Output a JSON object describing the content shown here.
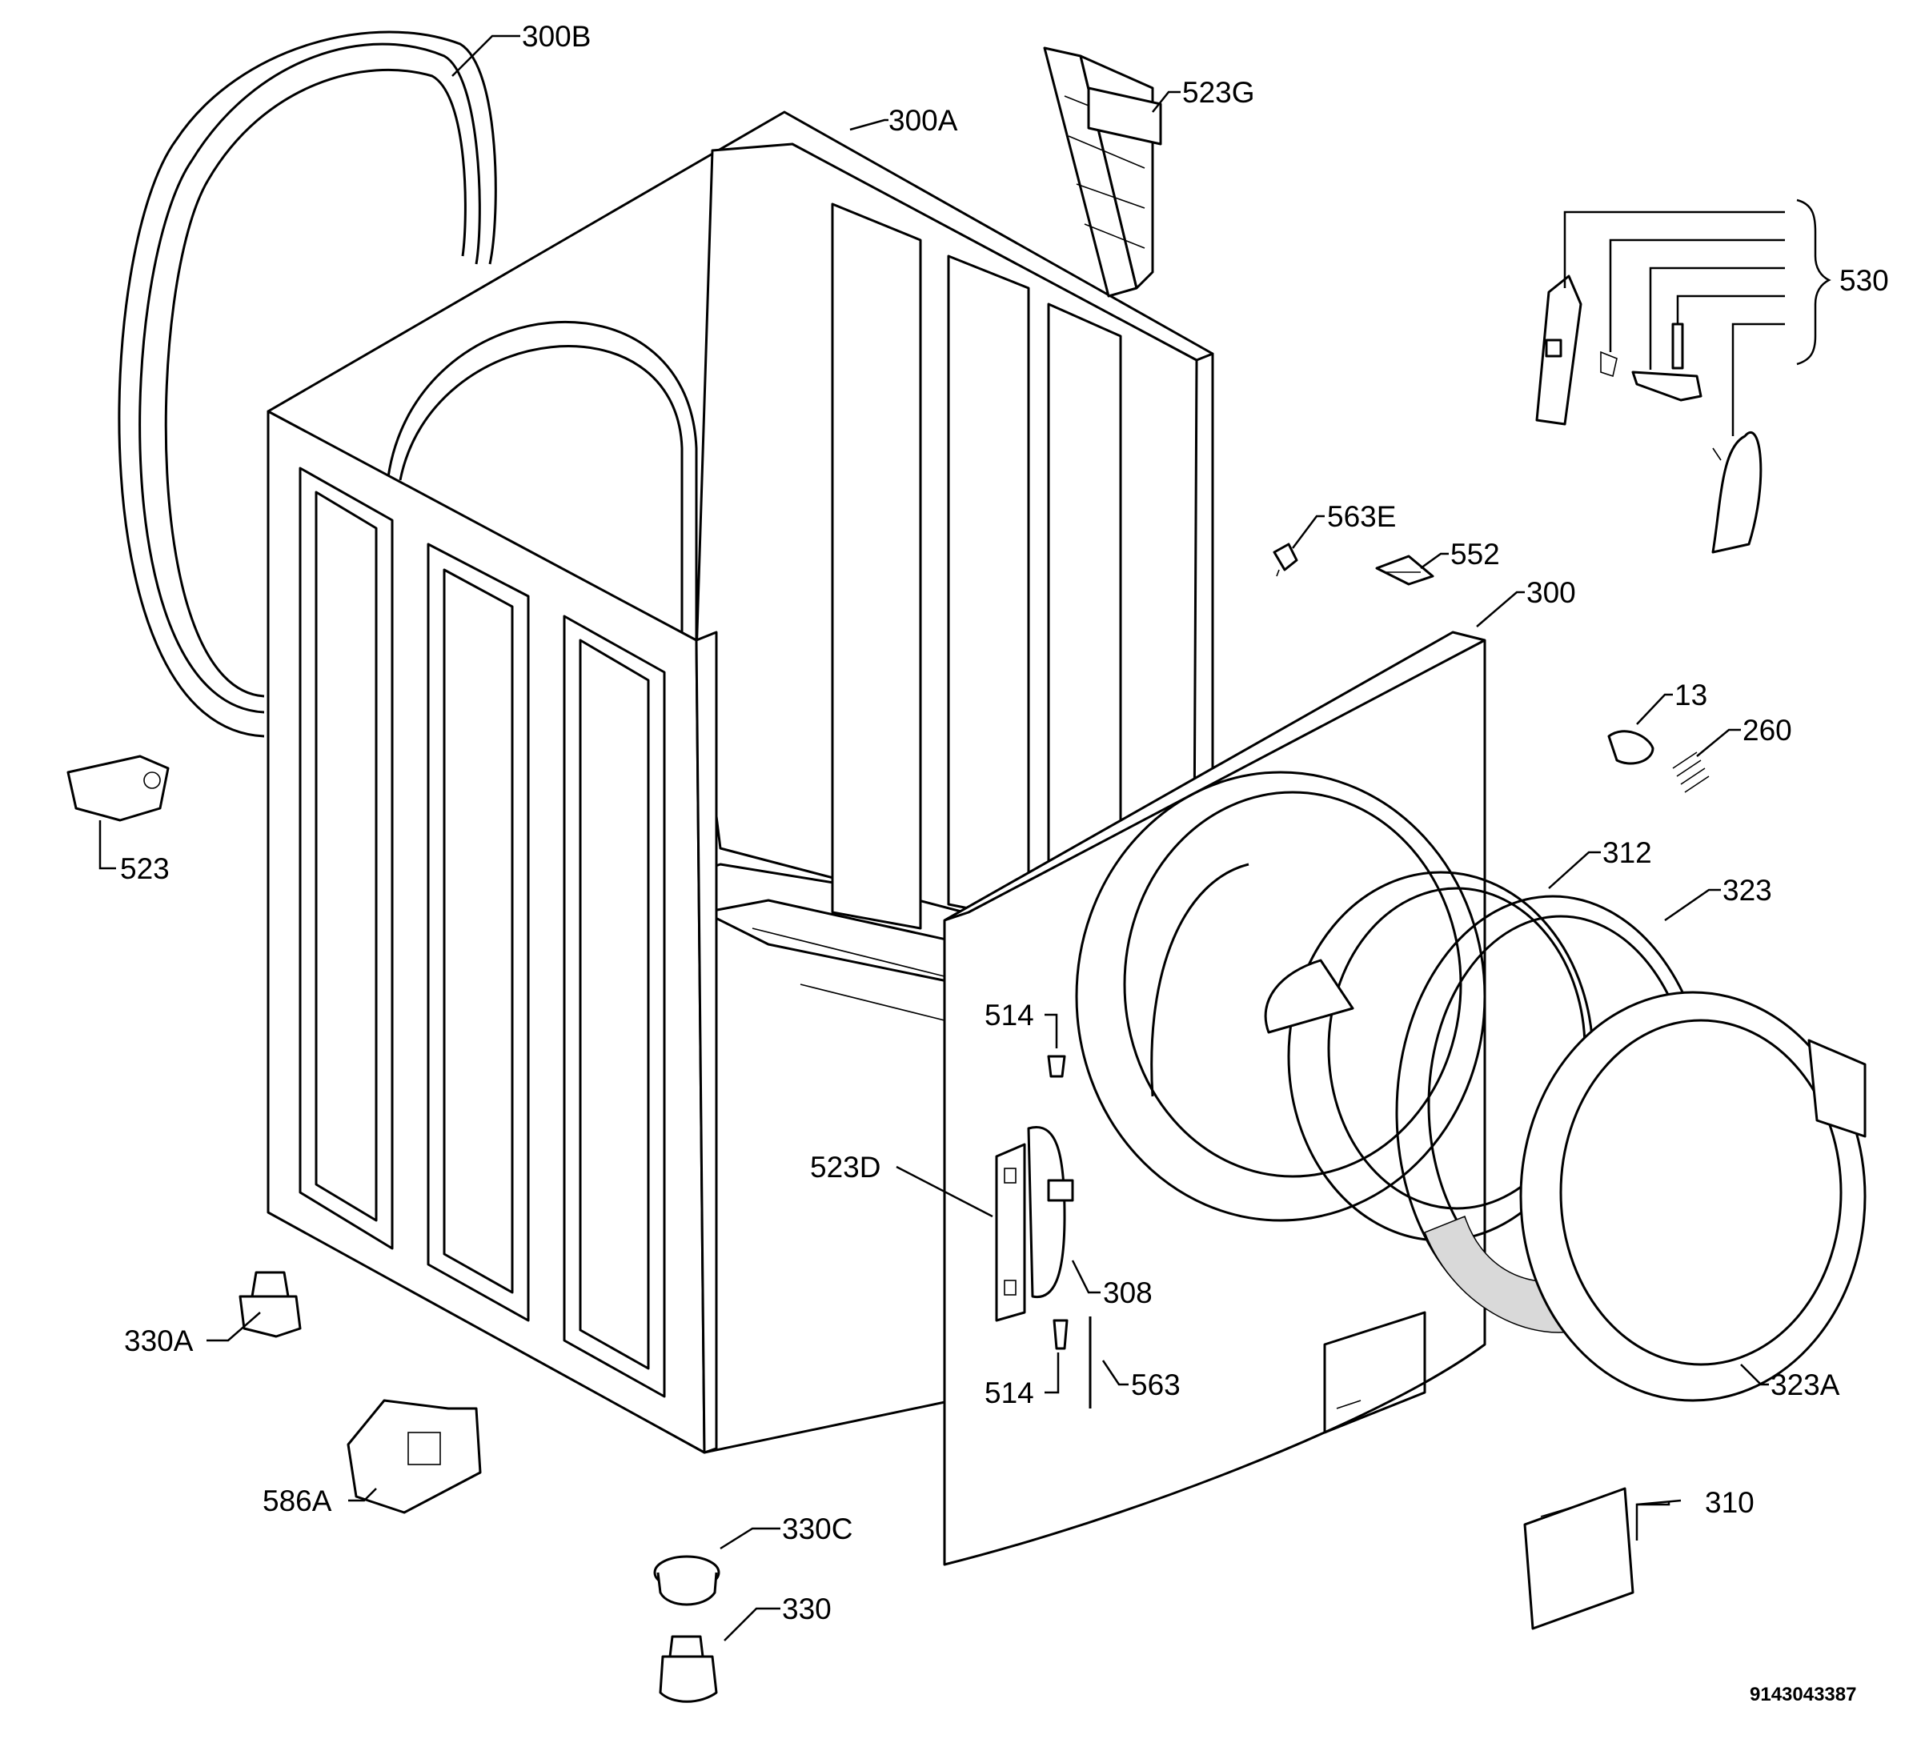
{
  "diagram": {
    "document_number": "9143043387",
    "labels": [
      {
        "id": "300B",
        "text": "300B"
      },
      {
        "id": "300A",
        "text": "300A"
      },
      {
        "id": "523G",
        "text": "523G"
      },
      {
        "id": "530",
        "text": "530"
      },
      {
        "id": "563E",
        "text": "563E"
      },
      {
        "id": "552",
        "text": "552"
      },
      {
        "id": "300",
        "text": "300"
      },
      {
        "id": "13",
        "text": "13"
      },
      {
        "id": "260",
        "text": "260"
      },
      {
        "id": "523",
        "text": "523"
      },
      {
        "id": "312",
        "text": "312"
      },
      {
        "id": "323",
        "text": "323"
      },
      {
        "id": "514a",
        "text": "514"
      },
      {
        "id": "523D",
        "text": "523D"
      },
      {
        "id": "308",
        "text": "308"
      },
      {
        "id": "330A",
        "text": "330A"
      },
      {
        "id": "514b",
        "text": "514"
      },
      {
        "id": "563",
        "text": "563"
      },
      {
        "id": "323A",
        "text": "323A"
      },
      {
        "id": "586A",
        "text": "586A"
      },
      {
        "id": "310",
        "text": "310"
      },
      {
        "id": "330C",
        "text": "330C"
      },
      {
        "id": "330",
        "text": "330"
      }
    ]
  }
}
